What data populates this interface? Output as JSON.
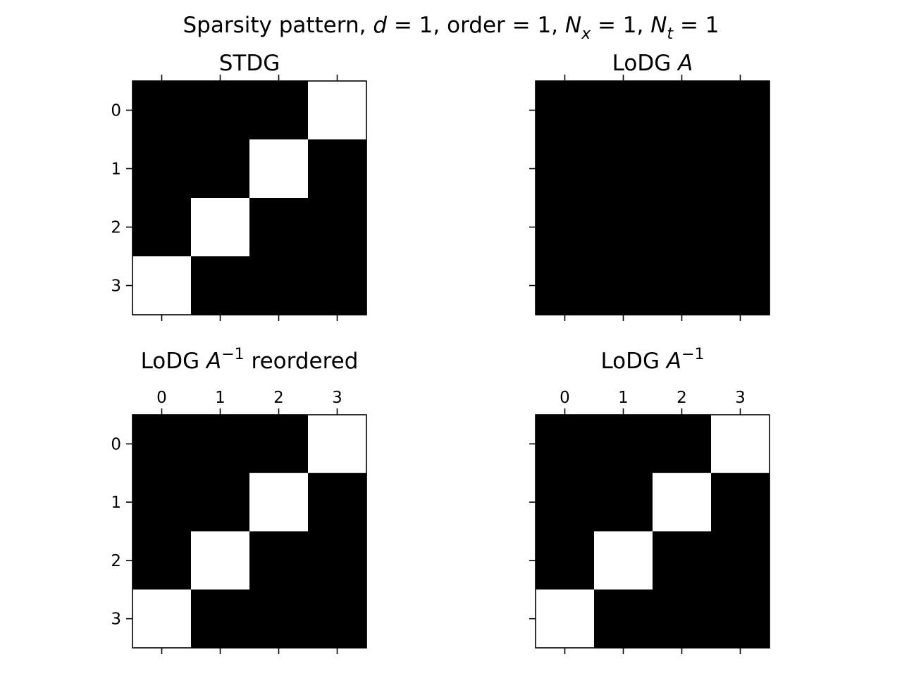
{
  "figure": {
    "suptitle_parts": [
      {
        "t": "Sparsity pattern, ",
        "s": "n"
      },
      {
        "t": "d",
        "s": "i"
      },
      {
        "t": " = 1, order = 1, ",
        "s": "n"
      },
      {
        "t": "N",
        "s": "i"
      },
      {
        "t": "x",
        "s": "sub"
      },
      {
        "t": " = 1, ",
        "s": "n"
      },
      {
        "t": "N",
        "s": "i"
      },
      {
        "t": "t",
        "s": "sub"
      },
      {
        "t": " = 1",
        "s": "n"
      }
    ]
  },
  "chart_data": [
    {
      "type": "heatmap",
      "title_parts": [
        {
          "t": "STDG",
          "s": "n"
        }
      ],
      "x_ticks": [
        0,
        1,
        2,
        3
      ],
      "y_ticks": [
        0,
        1,
        2,
        3
      ],
      "x_tick_labels_shown": false,
      "y_tick_labels_shown": true,
      "matrix": [
        [
          1,
          1,
          1,
          0
        ],
        [
          1,
          1,
          0,
          1
        ],
        [
          1,
          0,
          1,
          1
        ],
        [
          0,
          1,
          1,
          1
        ]
      ],
      "colors": {
        "nonzero": "#000000",
        "zero": "#ffffff"
      }
    },
    {
      "type": "heatmap",
      "title_parts": [
        {
          "t": "LoDG ",
          "s": "n"
        },
        {
          "t": "A",
          "s": "i"
        }
      ],
      "x_ticks": [
        0,
        1,
        2,
        3
      ],
      "y_ticks": [
        0,
        1,
        2,
        3
      ],
      "x_tick_labels_shown": false,
      "y_tick_labels_shown": false,
      "matrix": [
        [
          1,
          1,
          1,
          1
        ],
        [
          1,
          1,
          1,
          1
        ],
        [
          1,
          1,
          1,
          1
        ],
        [
          1,
          1,
          1,
          1
        ]
      ],
      "colors": {
        "nonzero": "#000000",
        "zero": "#ffffff"
      }
    },
    {
      "type": "heatmap",
      "title_parts": [
        {
          "t": "LoDG ",
          "s": "n"
        },
        {
          "t": "A",
          "s": "i"
        },
        {
          "t": "−1",
          "s": "sup"
        },
        {
          "t": " reordered",
          "s": "n"
        }
      ],
      "x_ticks": [
        0,
        1,
        2,
        3
      ],
      "y_ticks": [
        0,
        1,
        2,
        3
      ],
      "x_tick_labels_shown": true,
      "y_tick_labels_shown": true,
      "matrix": [
        [
          1,
          1,
          1,
          0
        ],
        [
          1,
          1,
          0,
          1
        ],
        [
          1,
          0,
          1,
          1
        ],
        [
          0,
          1,
          1,
          1
        ]
      ],
      "colors": {
        "nonzero": "#000000",
        "zero": "#ffffff"
      }
    },
    {
      "type": "heatmap",
      "title_parts": [
        {
          "t": "LoDG ",
          "s": "n"
        },
        {
          "t": "A",
          "s": "i"
        },
        {
          "t": "−1",
          "s": "sup"
        }
      ],
      "x_ticks": [
        0,
        1,
        2,
        3
      ],
      "y_ticks": [
        0,
        1,
        2,
        3
      ],
      "x_tick_labels_shown": true,
      "y_tick_labels_shown": false,
      "matrix": [
        [
          1,
          1,
          1,
          0
        ],
        [
          1,
          1,
          0,
          1
        ],
        [
          1,
          0,
          1,
          1
        ],
        [
          0,
          1,
          1,
          1
        ]
      ],
      "colors": {
        "nonzero": "#000000",
        "zero": "#ffffff"
      }
    }
  ]
}
